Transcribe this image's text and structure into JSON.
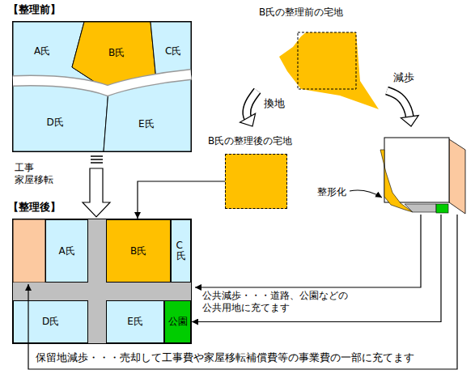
{
  "diagram": {
    "nodes": [
      {
        "text": [
          "【整理前】"
        ]
      },
      {
        "text": [
          "A氏"
        ],
        "in": 0
      },
      {
        "text": [
          "B氏"
        ],
        "in": 0
      },
      {
        "text": [
          "C氏"
        ],
        "in": 0
      },
      {
        "text": [
          "D氏"
        ],
        "in": 0
      },
      {
        "text": [
          "E氏"
        ],
        "in": 0
      },
      {
        "text": [
          "【整理後】"
        ]
      },
      {
        "text": [
          "A氏"
        ],
        "in": 6
      },
      {
        "text": [
          "B氏"
        ],
        "in": 6
      },
      {
        "text": [
          "C氏"
        ],
        "in": 6
      },
      {
        "text": [
          "D氏"
        ],
        "in": 6
      },
      {
        "text": [
          "E氏"
        ],
        "in": 6
      },
      {
        "text": [
          "公園"
        ],
        "in": 6
      },
      {
        "text": [
          "B氏の整理前の宅地"
        ]
      },
      {
        "text": [
          "B氏の整理後の宅地"
        ]
      },
      {
        "text": [
          "整形化"
        ]
      }
    ],
    "edges": [
      {
        "from": 0,
        "to": 6,
        "arrow": "to",
        "label": "工事 家屋移転"
      },
      {
        "from": 13,
        "to": 14,
        "arrow": "to",
        "label": "換地"
      },
      {
        "from": 13,
        "to": 15,
        "arrow": "to",
        "label": "減歩"
      },
      {
        "from": 14,
        "to": 8,
        "arrow": "to"
      },
      {
        "from": 15,
        "to": 12,
        "arrow": "to",
        "label": "公共減歩・・・道路、公園などの 公共用地に充てます"
      }
    ],
    "labels": [
      "保留地減歩・・・売却して工事費や家屋移転補償費等の事業費の一部に充てます"
    ]
  }
}
